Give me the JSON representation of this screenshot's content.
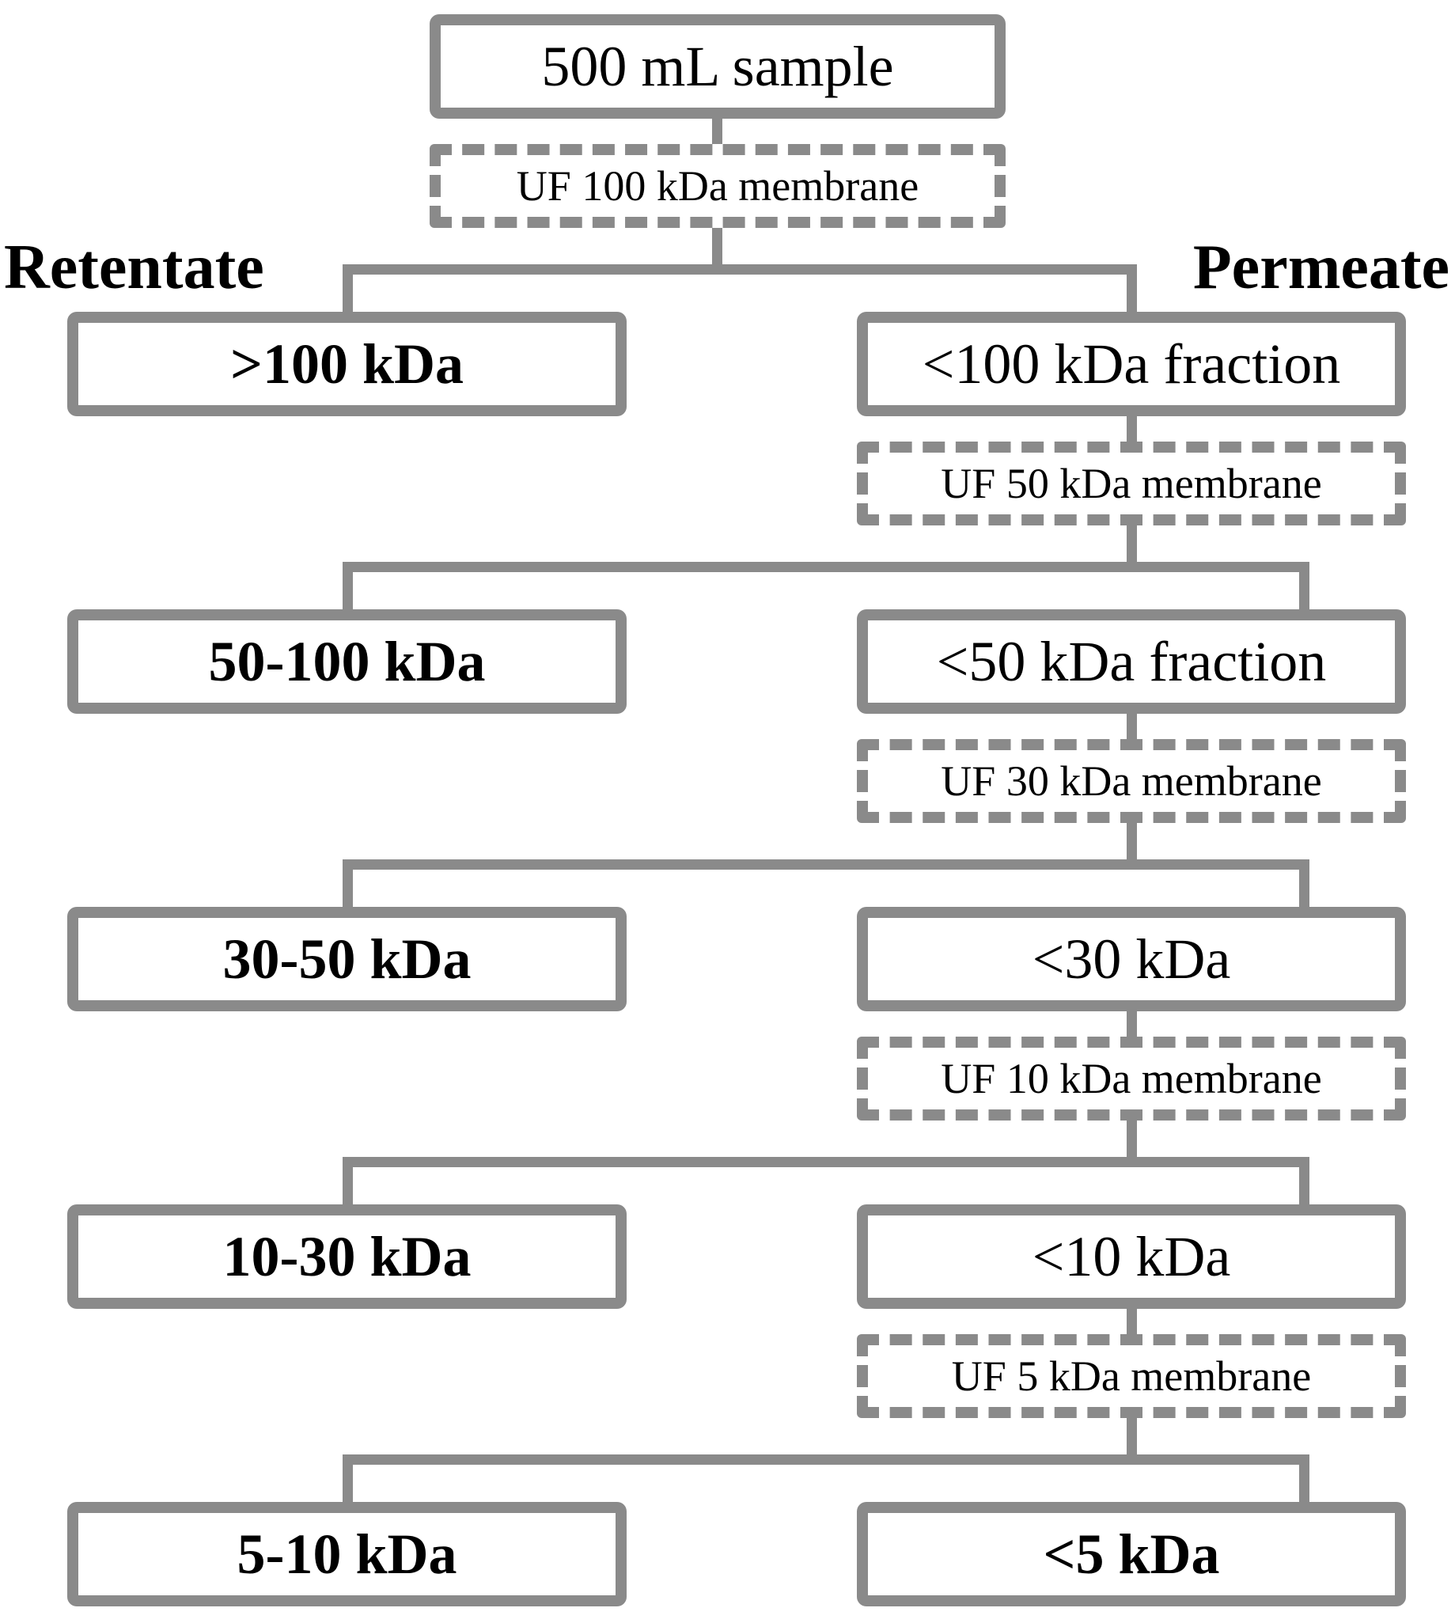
{
  "diagram": {
    "title_hint": "Sequential ultrafiltration fractionation flowchart",
    "root": {
      "label": "500 mL sample"
    },
    "side_labels": {
      "left": "Retentate",
      "right": "Permeate"
    },
    "steps": [
      {
        "membrane": "UF 100 kDa membrane",
        "retentate": ">100 kDa",
        "permeate": "<100 kDa fraction"
      },
      {
        "membrane": "UF 50 kDa membrane",
        "retentate": "50-100 kDa",
        "permeate": "<50 kDa fraction"
      },
      {
        "membrane": "UF 30 kDa membrane",
        "retentate": "30-50 kDa",
        "permeate": "<30 kDa"
      },
      {
        "membrane": "UF 10 kDa membrane",
        "retentate": "10-30 kDa",
        "permeate": "<10 kDa"
      },
      {
        "membrane": "UF 5 kDa membrane",
        "retentate": "5-10 kDa",
        "permeate": "<5 kDa"
      }
    ],
    "colors": {
      "line": "#8a8a8a",
      "text": "#000000",
      "background": "#ffffff"
    }
  }
}
